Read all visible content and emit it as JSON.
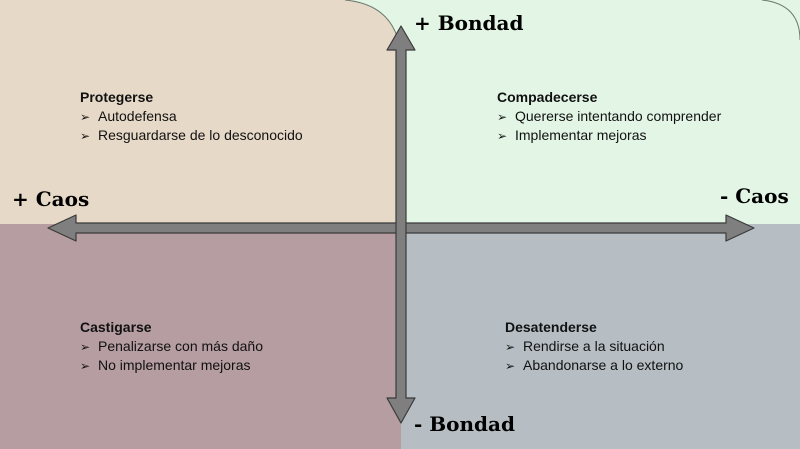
{
  "axes": {
    "top": "+ Bondad",
    "bottom": "- Bondad",
    "left": "+ Caos",
    "right": "- Caos"
  },
  "colors": {
    "top_left": "#e7d9c8",
    "top_right": "#e3f6e6",
    "bottom_left": "#b59da1",
    "bottom_right": "#b6bec3",
    "arrow_fill": "#7f7f7f",
    "arrow_stroke": "#3a3a3a"
  },
  "quadrants": {
    "top_left": {
      "title": "Protegerse",
      "items": [
        "Autodefensa",
        "Resguardarse de lo desconocido"
      ]
    },
    "top_right": {
      "title": "Compadecerse",
      "items": [
        "Quererse intentando comprender",
        "Implementar mejoras"
      ]
    },
    "bottom_left": {
      "title": "Castigarse",
      "items": [
        "Penalizarse con más daño",
        "No implementar mejoras"
      ]
    },
    "bottom_right": {
      "title": "Desatenderse",
      "items": [
        "Rendirse a la situación",
        "Abandonarse a lo externo"
      ]
    }
  },
  "bullet_icon": "arrowhead-bullet-icon"
}
